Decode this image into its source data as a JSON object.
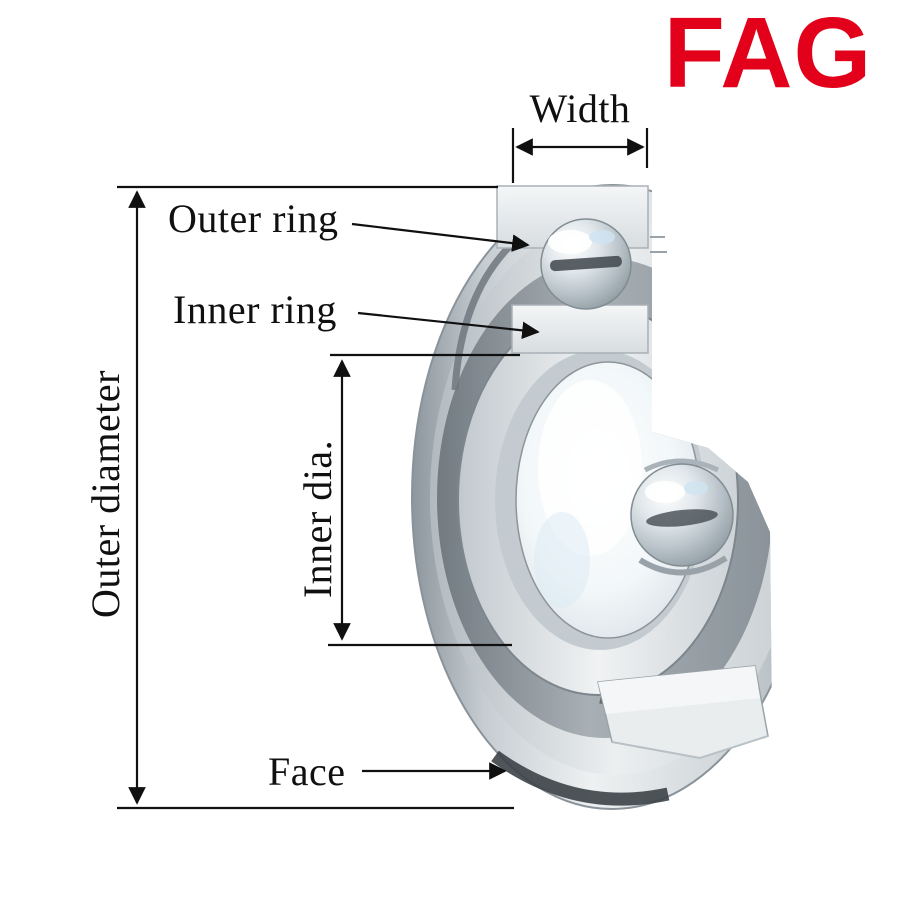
{
  "logo": {
    "text": "FAG",
    "color": "#E2001A"
  },
  "diagram": {
    "subject": "deep-groove-ball-bearing-cross-section",
    "dimension_labels": {
      "width": "Width",
      "outer_diameter": "Outer diameter",
      "inner_diameter": "Inner dia."
    },
    "part_labels": {
      "outer_ring": "Outer ring",
      "inner_ring": "Inner ring",
      "face": "Face"
    }
  }
}
